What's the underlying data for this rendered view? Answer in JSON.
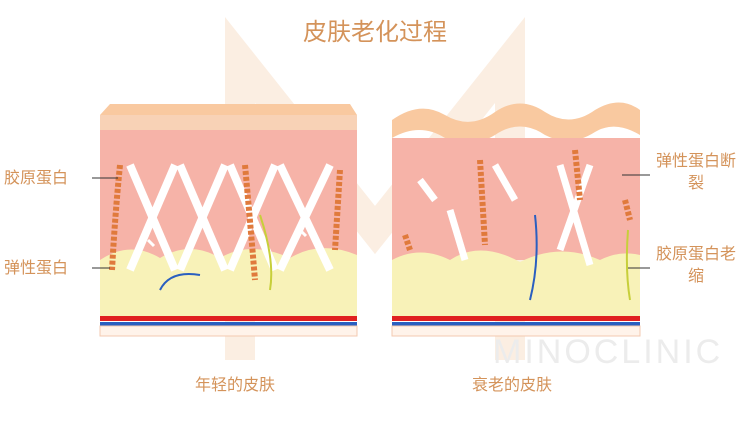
{
  "title": "皮肤老化过程",
  "left": {
    "caption": "年轻的皮肤",
    "labels": [
      "胶原蛋白",
      "弹性蛋白"
    ]
  },
  "right": {
    "caption": "衰老的皮肤",
    "labels": [
      "弹性蛋白断裂",
      "胶原蛋白老缩"
    ]
  },
  "colors": {
    "accent": "#d4935a",
    "dermis": "#f6b3a8",
    "fat": "#f8f2b8",
    "artery": "#e02020",
    "vein": "#2a5fc0"
  },
  "watermark": "MINOCLINIC"
}
